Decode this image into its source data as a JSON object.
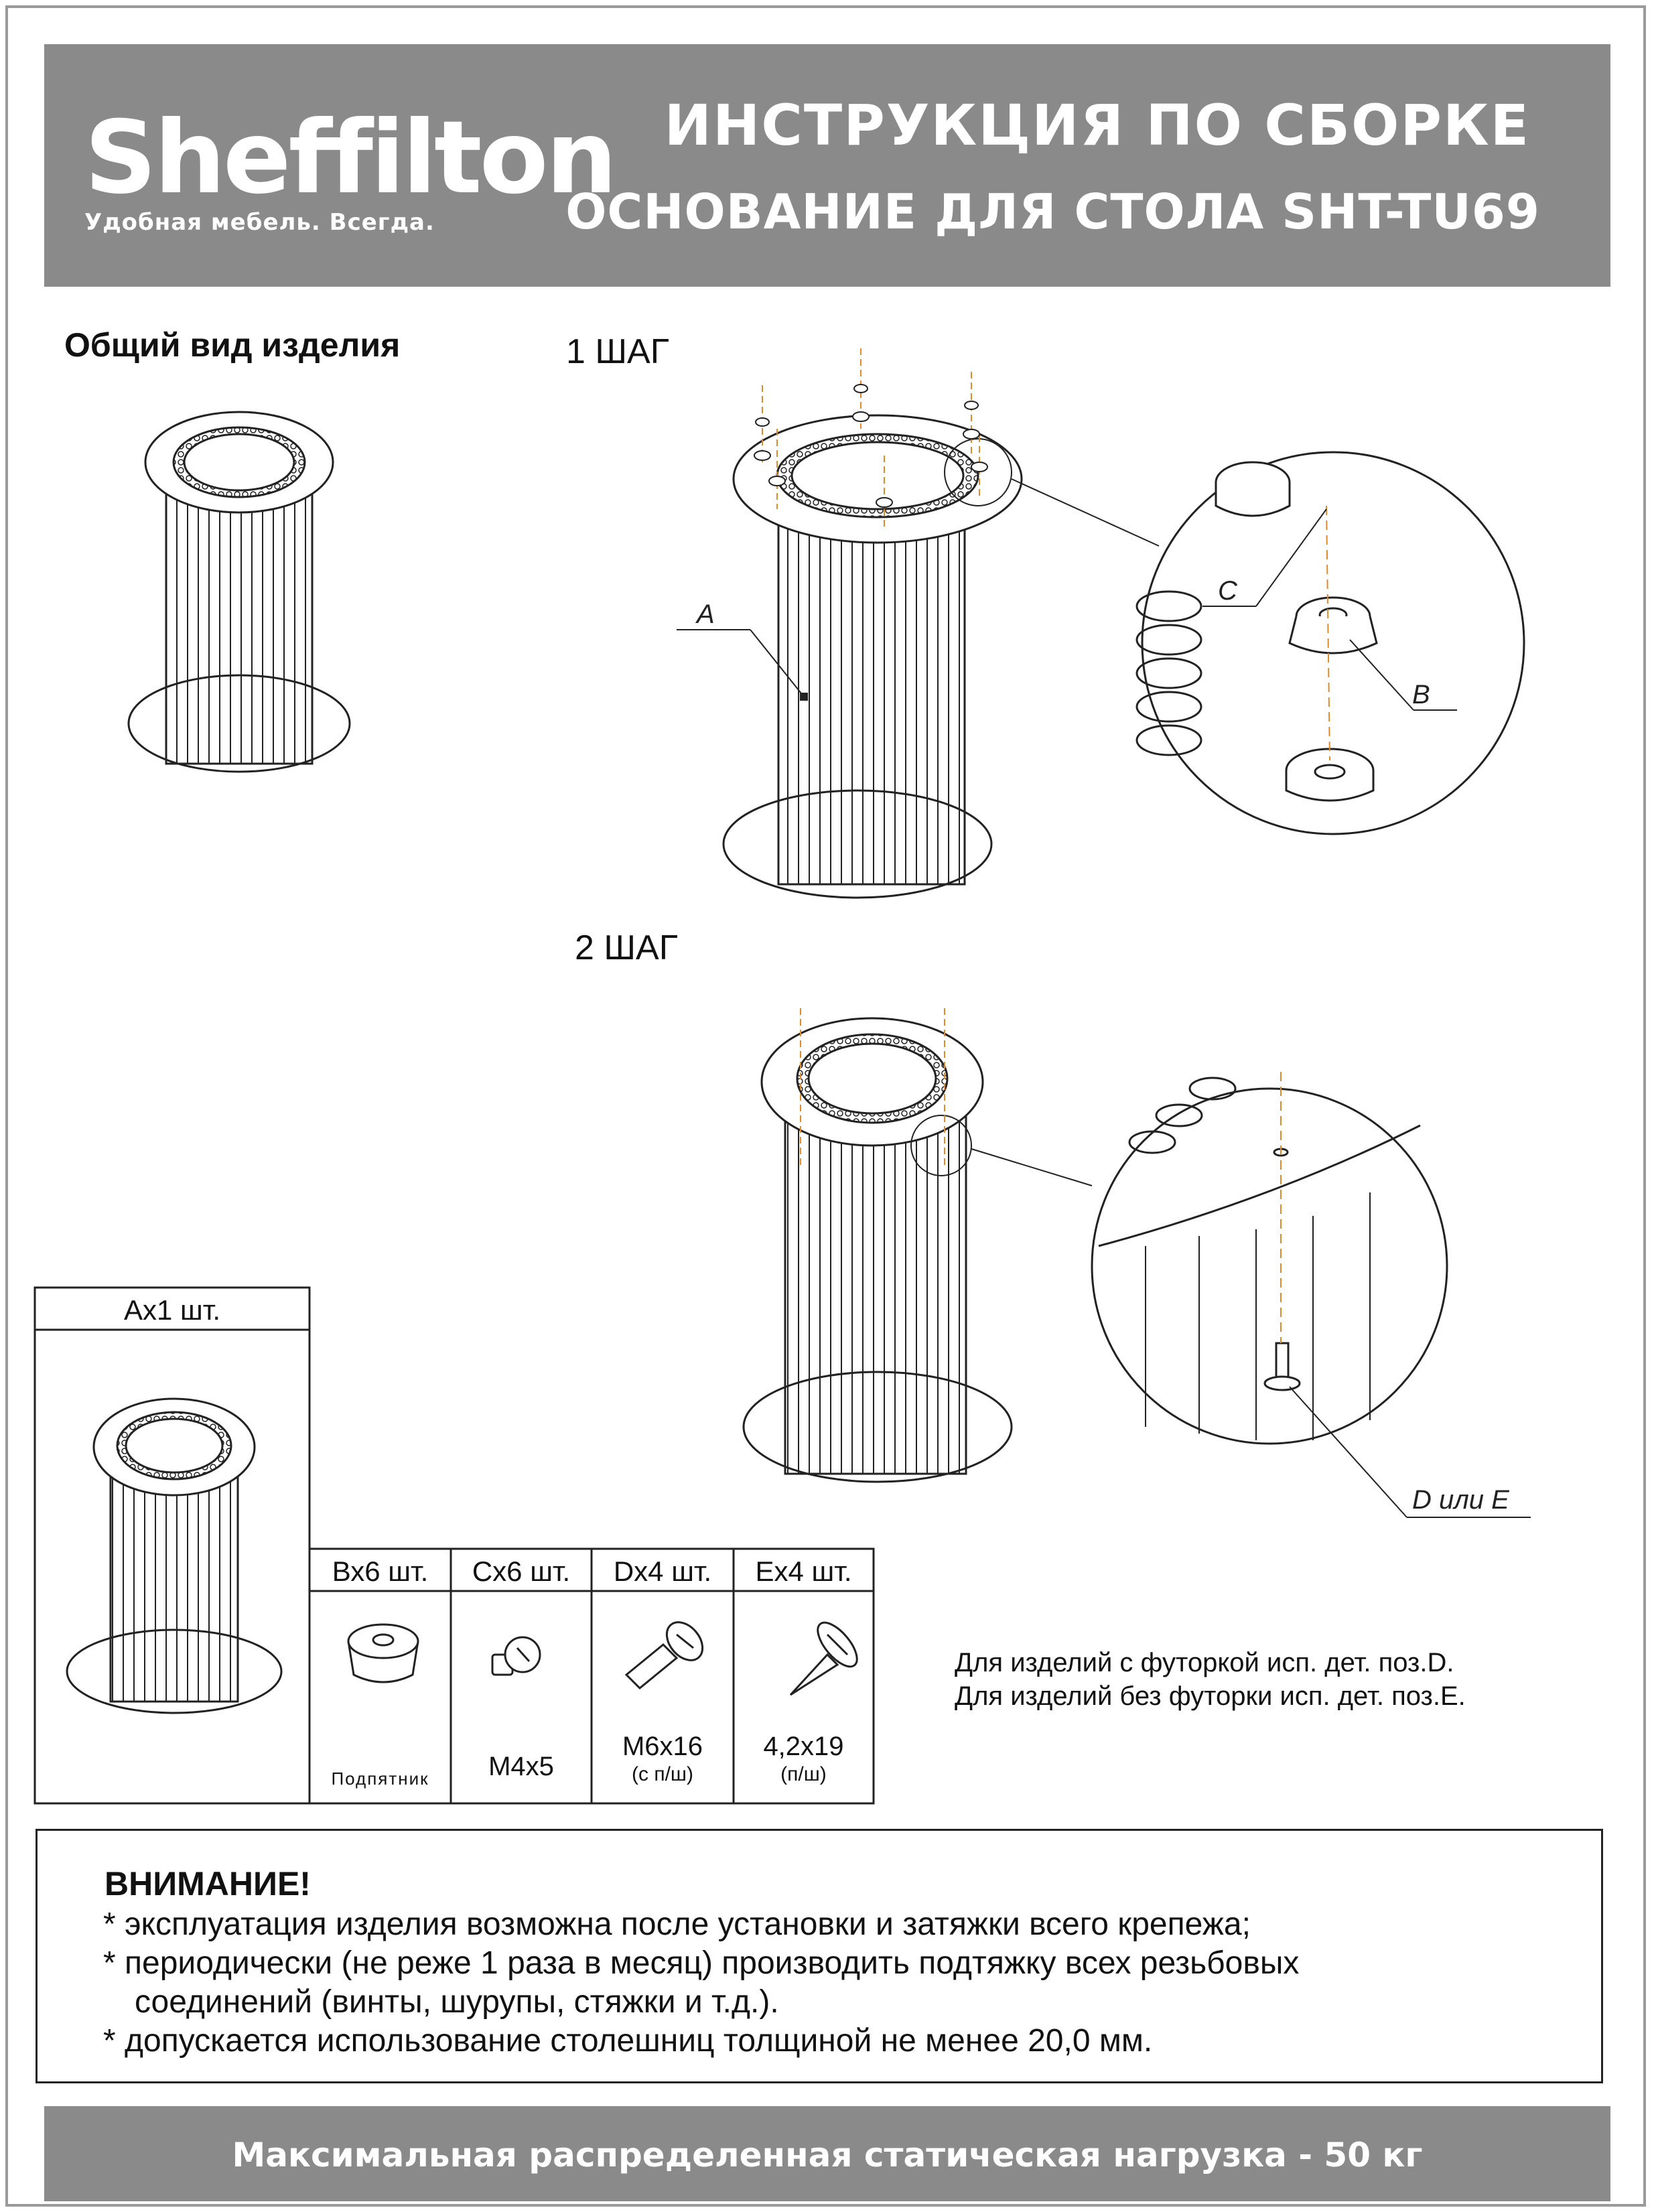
{
  "header": {
    "logo": "Sheffilton",
    "tagline": "Удобная мебель. Всегда.",
    "title_line1": "ИНСТРУКЦИЯ ПО СБОРКЕ",
    "title_line2": "ОСНОВАНИЕ ДЛЯ СТОЛА SHT-TU69"
  },
  "general_view": {
    "label": "Общий вид изделия"
  },
  "step1": {
    "label": "1 ШАГ",
    "callouts": {
      "a": "A",
      "b": "B",
      "c": "C"
    }
  },
  "step2": {
    "label": "2 ШАГ",
    "callout": "D или E"
  },
  "parts": {
    "a": {
      "header": "Ах1 шт."
    },
    "b": {
      "header": "Вх6 шт.",
      "caption": "Подпятник"
    },
    "c": {
      "header": "Сх6 шт.",
      "caption": "М4х5"
    },
    "d": {
      "header": "Dх4 шт.",
      "caption": "М6х16",
      "subcaption": "(с п/ш)"
    },
    "e": {
      "header": "Ех4 шт.",
      "caption": "4,2х19",
      "subcaption": "(п/ш)"
    }
  },
  "notes": [
    "Для изделий с футоркой исп. дет. поз.D.",
    "Для изделий без футорки исп. дет. поз.E."
  ],
  "warning": {
    "title": "ВНИМАНИЕ!",
    "lines": [
      "* эксплуатация изделия возможна после установки и затяжки всего крепежа;",
      "* периодически (не реже 1 раза в месяц) производить подтяжку всех резьбовых",
      "соединений (винты, шурупы, стяжки и т.д.).",
      "* допускается использование столешниц толщиной не менее 20,0 мм."
    ]
  },
  "footer": {
    "text": "Максимальная распределенная статическая нагрузка - 50 кг"
  },
  "colors": {
    "header_bg": "#8a8a8a",
    "axis_line": "#e08a2a"
  }
}
